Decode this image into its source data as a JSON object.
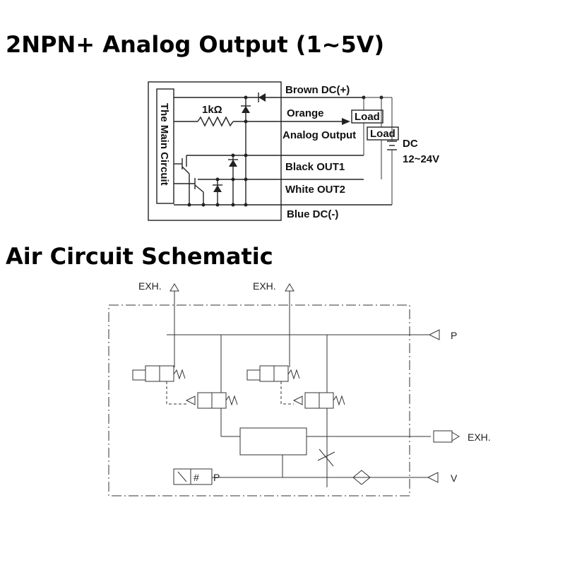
{
  "headings": {
    "electrical": "2NPN+ Analog Output (1~5V)",
    "air": "Air Circuit Schematic"
  },
  "wiring": {
    "main_circuit": "The Main Circuit",
    "resistor": "1kΩ",
    "brown": "Brown DC(+)",
    "orange": "Orange",
    "analog_output": "Analog Output",
    "black": "Black OUT1",
    "white": "White OUT2",
    "blue": "Blue DC(-)",
    "load1": "Load",
    "load2": "Load",
    "dc": "DC",
    "voltage": "12~24V"
  },
  "air": {
    "exh_left": "EXH.",
    "exh_right": "EXH.",
    "p": "P",
    "exh_out": "EXH.",
    "v": "V",
    "gauge_hash": "#",
    "gauge_p": "P"
  }
}
